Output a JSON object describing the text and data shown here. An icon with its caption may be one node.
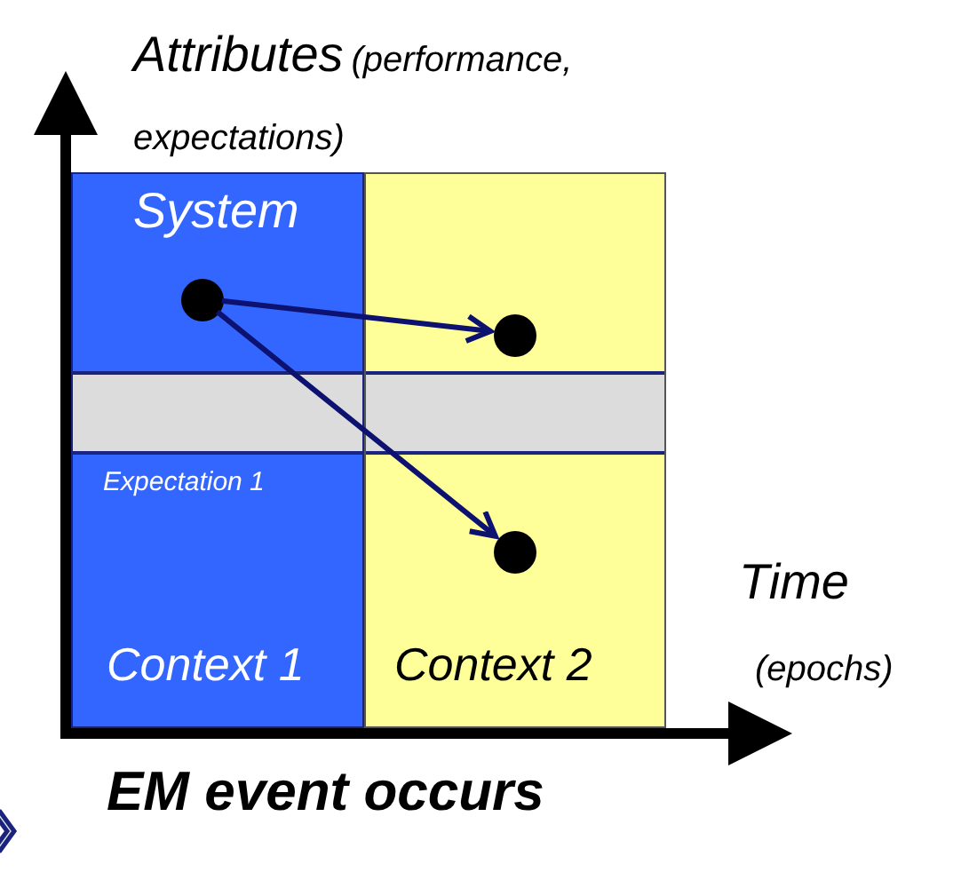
{
  "diagram": {
    "nodes": [
      {
        "text": [
          "System",
          "Expectation 1",
          "Context 1"
        ]
      },
      {
        "text": [
          "Context 2"
        ]
      },
      {
        "text": [],
        "shape": "circle",
        "in": 0
      },
      {
        "text": [],
        "shape": "circle",
        "in": 1
      },
      {
        "text": [],
        "shape": "circle",
        "in": 1
      }
    ],
    "edges": [
      {
        "from": 2,
        "to": 3,
        "arrow": "to"
      },
      {
        "from": 2,
        "to": 4,
        "arrow": "to"
      }
    ],
    "labels": [
      "Attributes",
      "(performance, expectations)",
      "Time",
      "(epochs)",
      "EM event occurs"
    ]
  }
}
